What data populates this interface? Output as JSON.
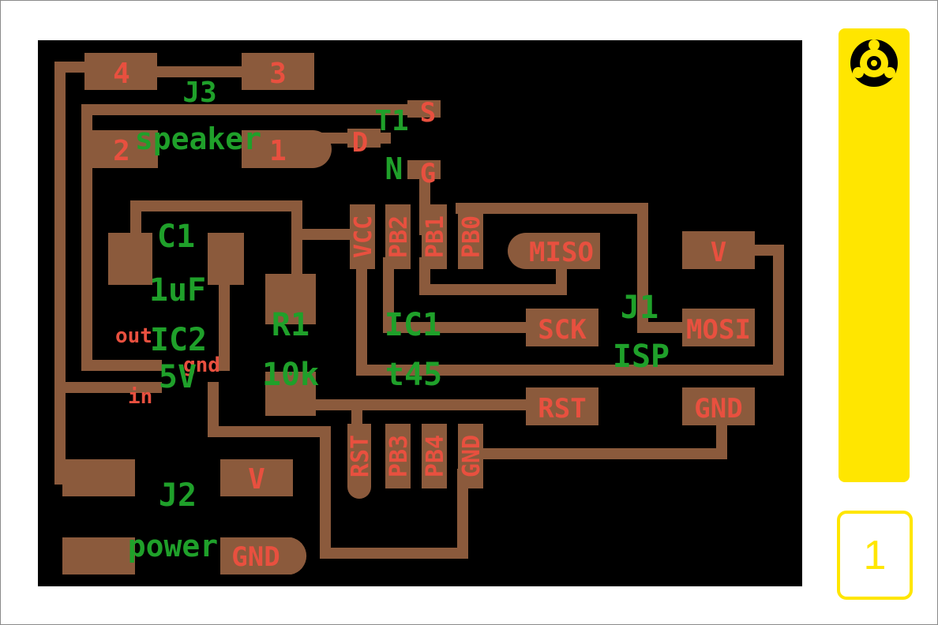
{
  "board": {
    "colors": {
      "background": "#000000",
      "copper": "#8b5a3c",
      "pad_label": "#e8503f",
      "component_label": "#1fa02a",
      "sidebar": "#ffe600"
    },
    "component_labels": {
      "j3": "J3",
      "speaker": "speaker",
      "t1": "T1",
      "n": "N",
      "c1": "C1",
      "c1_value": "1uF",
      "ic2": "IC2",
      "ic2_value": "5V",
      "r1": "R1",
      "r1_value": "10k",
      "ic1": "IC1",
      "ic1_value": "t45",
      "j1": "J1",
      "isp": "ISP",
      "j2": "J2",
      "power": "power"
    },
    "pad_labels": {
      "j3_4": "4",
      "j3_3": "3",
      "j3_2": "2",
      "j3_1": "1",
      "t1_s": "S",
      "t1_d": "D",
      "t1_g": "G",
      "ic1_vcc": "VCC",
      "ic1_pb2": "PB2",
      "ic1_pb1": "PB1",
      "ic1_pb0": "PB0",
      "ic1_rst": "RST",
      "ic1_pb3": "PB3",
      "ic1_pb4": "PB4",
      "ic1_gnd": "GND",
      "isp_miso": "MISO",
      "isp_v": "V",
      "isp_sck": "SCK",
      "isp_mosi": "MOSI",
      "isp_rst": "RST",
      "isp_gnd": "GND",
      "ic2_out": "out",
      "ic2_gnd": "gnd",
      "ic2_in": "in",
      "j2_v": "V",
      "j2_gnd": "GND"
    }
  },
  "sidebar": {
    "logo_icon": "fab-logo-icon"
  },
  "layer_indicator": {
    "number": "1"
  }
}
